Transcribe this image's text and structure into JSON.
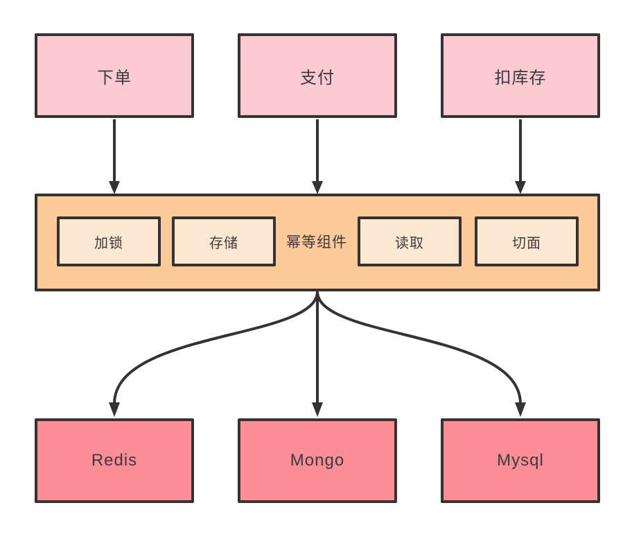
{
  "colors": {
    "node_pink": "#fbcad2",
    "bar_orange": "#fcca9b",
    "subnode_cream": "#fde8d2",
    "datastore_salmon": "#fb8e97",
    "line": "#363231",
    "text": "#3e3a3b",
    "background": "#ffffff"
  },
  "diagram": {
    "top_nodes": [
      {
        "label": "下单"
      },
      {
        "label": "支付"
      },
      {
        "label": "扣库存"
      }
    ],
    "component_bar": {
      "label": "幂等组件",
      "sub_nodes": [
        {
          "label": "加锁"
        },
        {
          "label": "存储"
        },
        {
          "label": "读取"
        },
        {
          "label": "切面"
        }
      ]
    },
    "datastores": [
      {
        "label": "Redis"
      },
      {
        "label": "Mongo"
      },
      {
        "label": "Mysql"
      }
    ]
  }
}
